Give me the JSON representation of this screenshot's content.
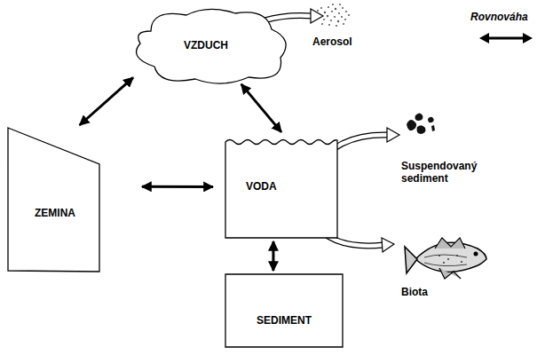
{
  "diagram": {
    "nodes": [
      {
        "text": [
          "VZDUCH"
        ]
      },
      {
        "text": [
          "ZEMINA"
        ]
      },
      {
        "text": [
          "VODA"
        ]
      },
      {
        "text": [
          "SEDIMENT"
        ]
      }
    ],
    "edges": [
      {
        "from": 0,
        "to": 1,
        "arrow": "both"
      },
      {
        "from": 0,
        "to": 2,
        "arrow": "both"
      },
      {
        "from": 1,
        "to": 2,
        "arrow": "both"
      },
      {
        "from": 2,
        "to": 3,
        "arrow": "both"
      }
    ],
    "labels": [
      "Aerosol",
      "Suspendovaný sediment",
      "Biota"
    ],
    "legend": [
      {
        "text": "Rovnováha"
      }
    ]
  }
}
